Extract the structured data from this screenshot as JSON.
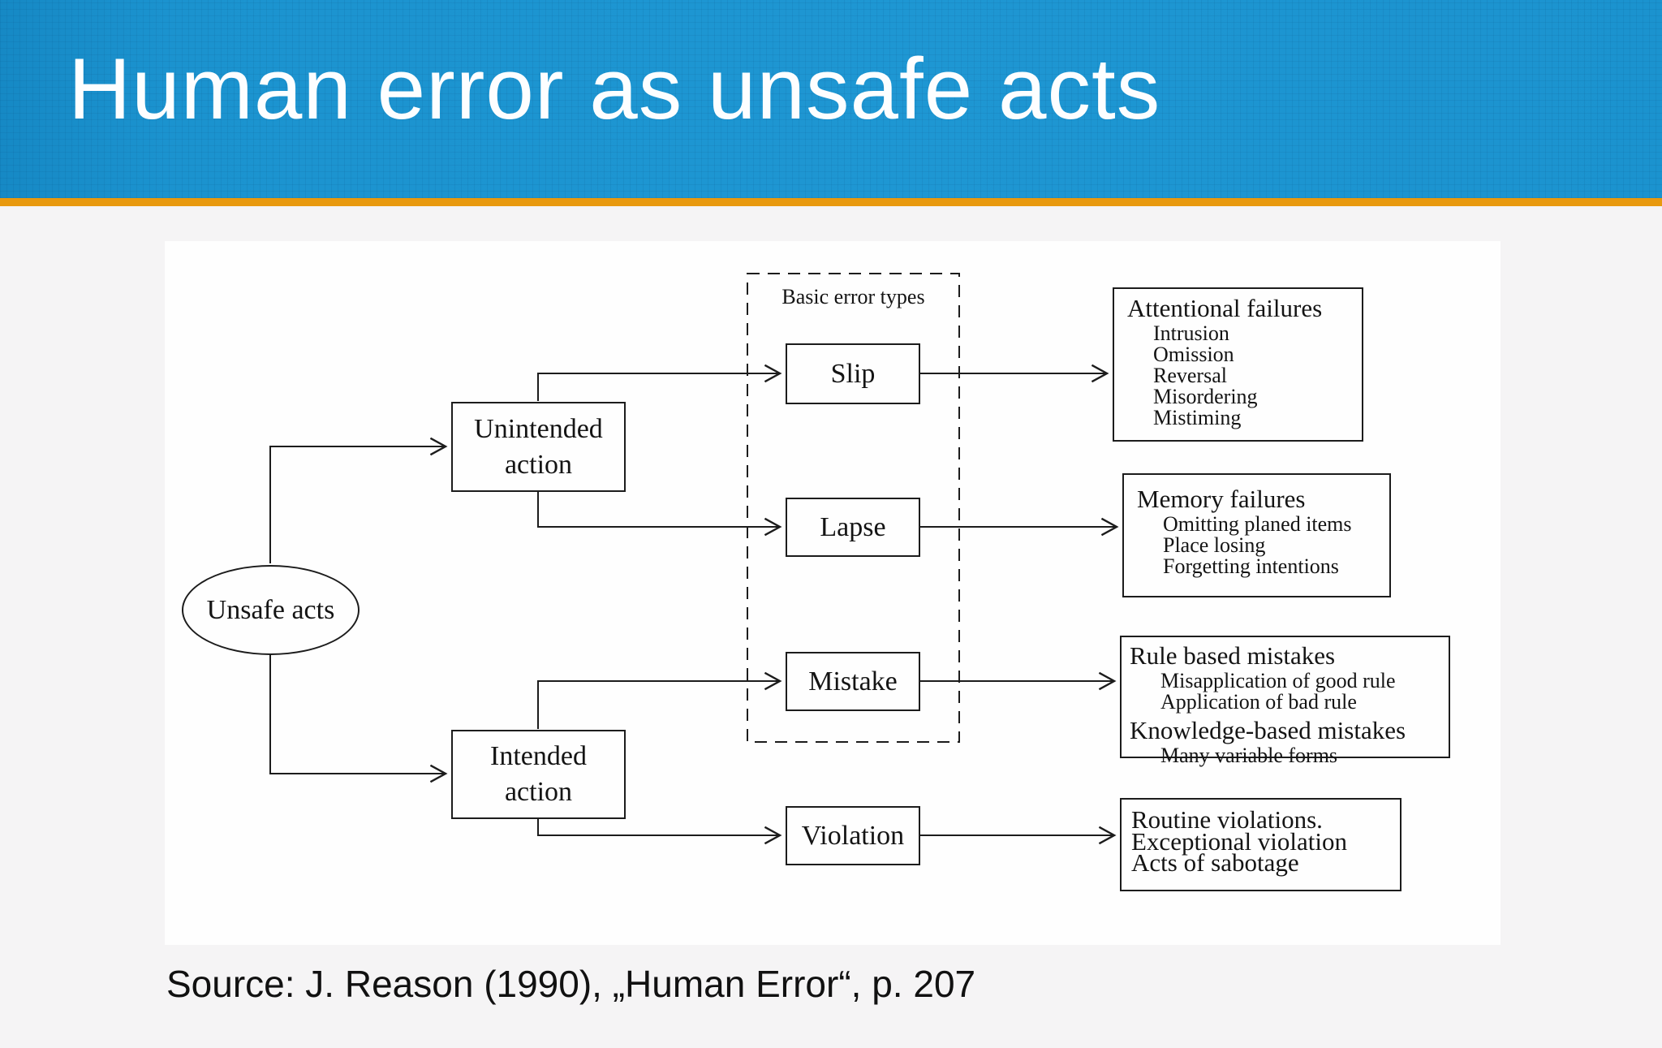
{
  "header": {
    "title": "Human error as unsafe acts"
  },
  "colors": {
    "header_blue": "#1b94d0",
    "accent_orange": "#e8990f",
    "line_black": "#1c1c1c",
    "panel_white": "#fefefe",
    "slide_background": "#f5f4f5"
  },
  "diagram": {
    "root_label": "Unsafe acts",
    "group_label": "Basic error types",
    "unintended_label": "Unintended action",
    "intended_label": "Intended action",
    "slip_label": "Slip",
    "lapse_label": "Lapse",
    "mistake_label": "Mistake",
    "violation_label": "Violation",
    "attentional": {
      "title": "Attentional failures",
      "items": [
        "Intrusion",
        "Omission",
        "Reversal",
        "Misordering",
        "Mistiming"
      ]
    },
    "memory": {
      "title": "Memory failures",
      "items": [
        "Omitting planed items",
        "Place losing",
        "Forgetting intentions"
      ]
    },
    "rule_based": {
      "title": "Rule based mistakes",
      "items": [
        "Misapplication of good rule",
        "Application of bad rule"
      ]
    },
    "knowledge_based": {
      "title": "Knowledge-based mistakes",
      "items": [
        "Many variable forms"
      ]
    },
    "violations_box": {
      "lines": [
        "Routine violations.",
        "Exceptional violation",
        "Acts of sabotage"
      ]
    }
  },
  "source": "Source: J. Reason (1990), „Human Error“, p. 207"
}
